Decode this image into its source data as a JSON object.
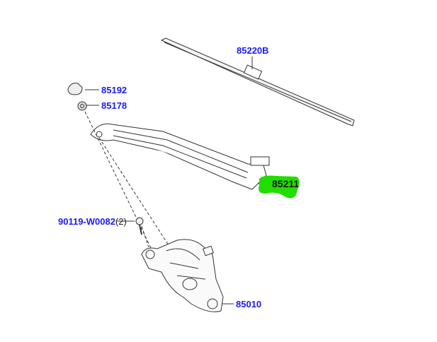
{
  "parts": [
    {
      "number": "85220B",
      "qty": ""
    },
    {
      "number": "85192",
      "qty": ""
    },
    {
      "number": "85178",
      "qty": ""
    },
    {
      "number": "85211",
      "qty": "",
      "highlighted": true
    },
    {
      "number": "90119-W0082",
      "qty": "(2)"
    },
    {
      "number": "85010",
      "qty": ""
    }
  ],
  "colors": {
    "label": "#1a1aff",
    "highlight": "#22dd00",
    "line": "#333333"
  }
}
